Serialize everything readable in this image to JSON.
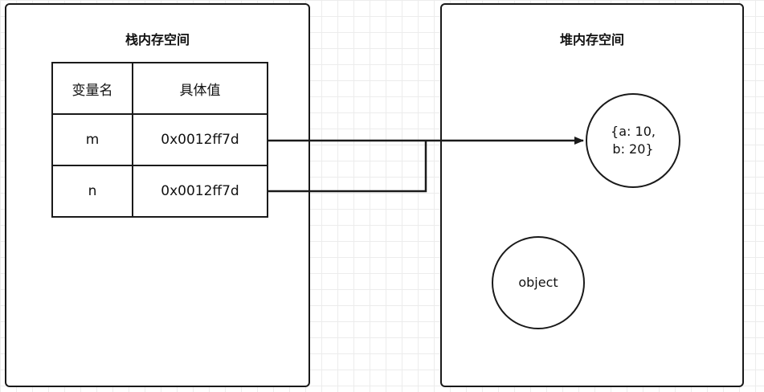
{
  "stack": {
    "title": "栈内存空间",
    "table": {
      "headers": [
        "变量名",
        "具体值"
      ],
      "rows": [
        {
          "name": "m",
          "value": "0x0012ff7d"
        },
        {
          "name": "n",
          "value": "0x0012ff7d"
        }
      ]
    }
  },
  "heap": {
    "title": "堆内存空间",
    "value_node": "{a: 10,\nb: 20}",
    "object_node": "object"
  },
  "icons": {
    "arrow": "arrow-right-icon"
  }
}
